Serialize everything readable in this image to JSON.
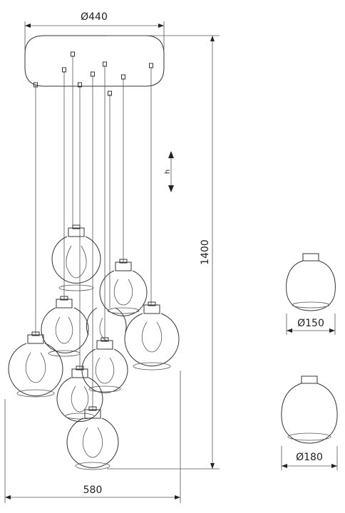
{
  "dimensions": {
    "canopy_diameter": "Ø440",
    "total_width": "580",
    "total_height": "1400",
    "shade_small_diameter": "Ø150",
    "shade_large_diameter": "Ø180",
    "adjustable_mark": "h"
  },
  "colors": {
    "line": "#333333",
    "text": "#222222",
    "background": "#ffffff"
  }
}
